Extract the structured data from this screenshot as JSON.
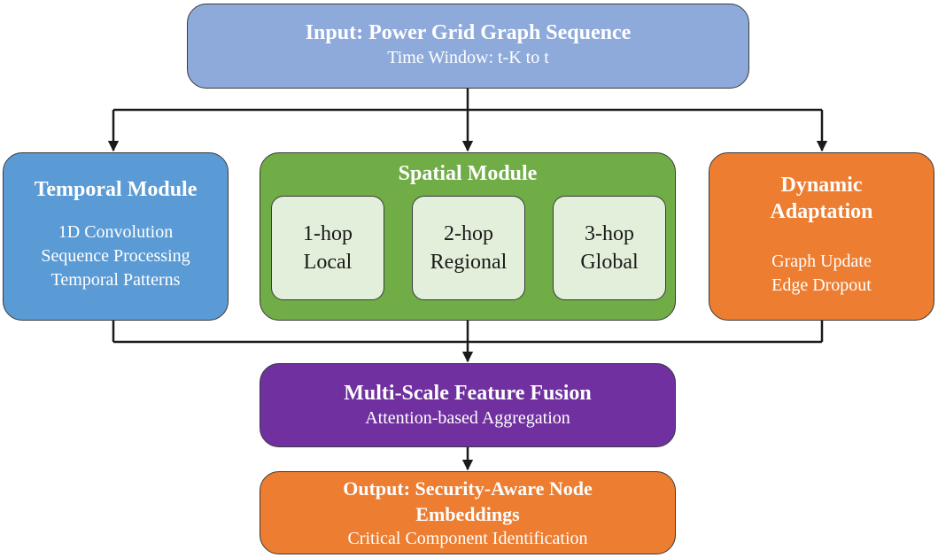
{
  "input": {
    "title": "Input: Power Grid Graph Sequence",
    "subtitle": "Time Window: t-K to t"
  },
  "temporal": {
    "title": "Temporal Module",
    "lines": [
      "1D Convolution",
      "Sequence Processing",
      "Temporal Patterns"
    ]
  },
  "spatial": {
    "title": "Spatial Module",
    "hops": [
      {
        "line1": "1-hop",
        "line2": "Local"
      },
      {
        "line1": "2-hop",
        "line2": "Regional"
      },
      {
        "line1": "3-hop",
        "line2": "Global"
      }
    ]
  },
  "dynamic": {
    "title_line1": "Dynamic",
    "title_line2": "Adaptation",
    "lines": [
      "Graph Update",
      "Edge Dropout"
    ]
  },
  "fusion": {
    "title": "Multi-Scale Feature Fusion",
    "subtitle": "Attention-based Aggregation"
  },
  "output": {
    "title_line1": "Output: Security-Aware Node",
    "title_line2": "Embeddings",
    "subtitle": "Critical Component Identification"
  },
  "colors": {
    "input": "#8eaadb",
    "temporal": "#5b9bd5",
    "spatial": "#70ad47",
    "hop": "#e2efda",
    "dynamic": "#ed7d31",
    "fusion": "#7030a0",
    "output": "#ed7d31",
    "connector": "#1a1a1a"
  }
}
